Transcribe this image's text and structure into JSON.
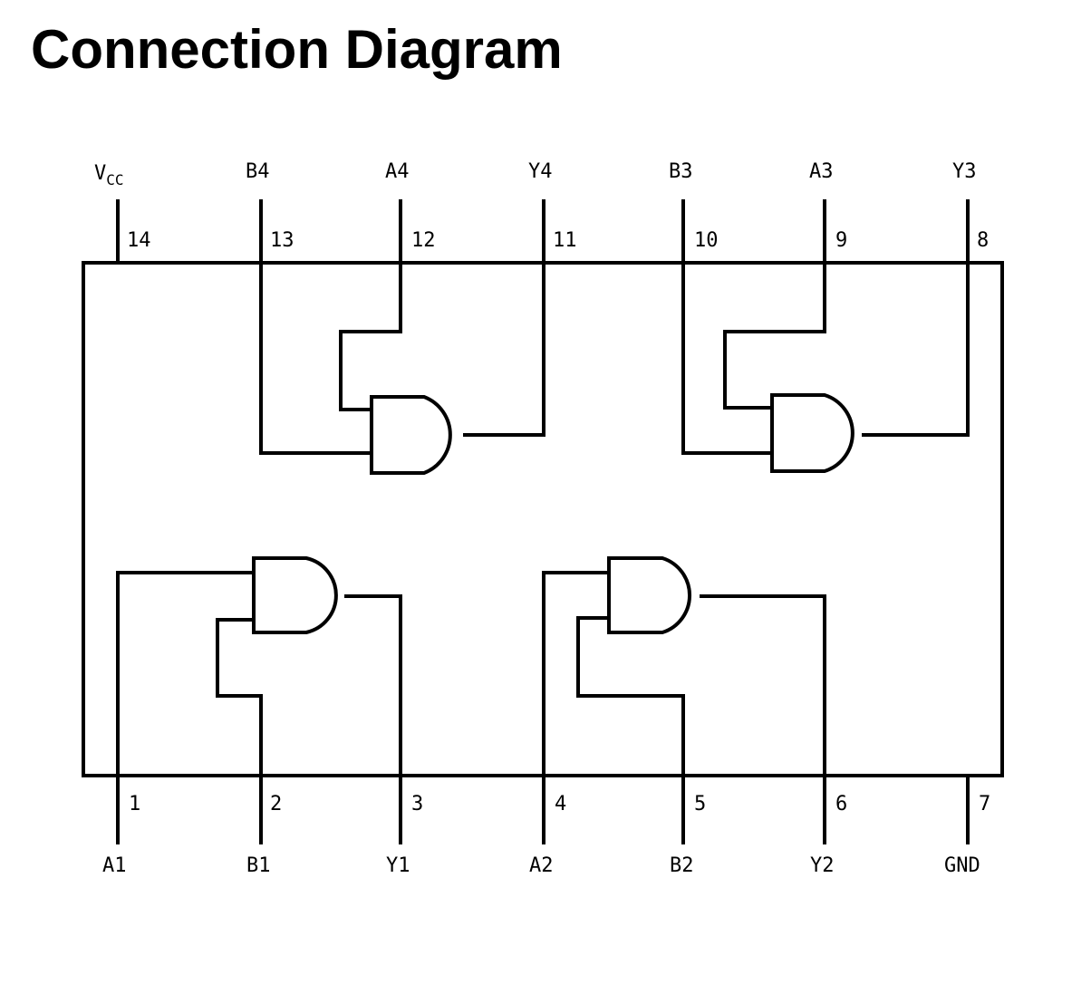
{
  "title": "Connection Diagram",
  "pins": [
    {
      "num": "1",
      "label": "A1"
    },
    {
      "num": "2",
      "label": "B1"
    },
    {
      "num": "3",
      "label": "Y1"
    },
    {
      "num": "4",
      "label": "A2"
    },
    {
      "num": "5",
      "label": "B2"
    },
    {
      "num": "6",
      "label": "Y2"
    },
    {
      "num": "7",
      "label": "GND"
    },
    {
      "num": "8",
      "label": "Y3"
    },
    {
      "num": "9",
      "label": "A3"
    },
    {
      "num": "10",
      "label": "B3"
    },
    {
      "num": "11",
      "label": "Y4"
    },
    {
      "num": "12",
      "label": "A4"
    },
    {
      "num": "13",
      "label": "B4"
    },
    {
      "num": "14",
      "label_main": "V",
      "label_sub": "CC"
    }
  ]
}
